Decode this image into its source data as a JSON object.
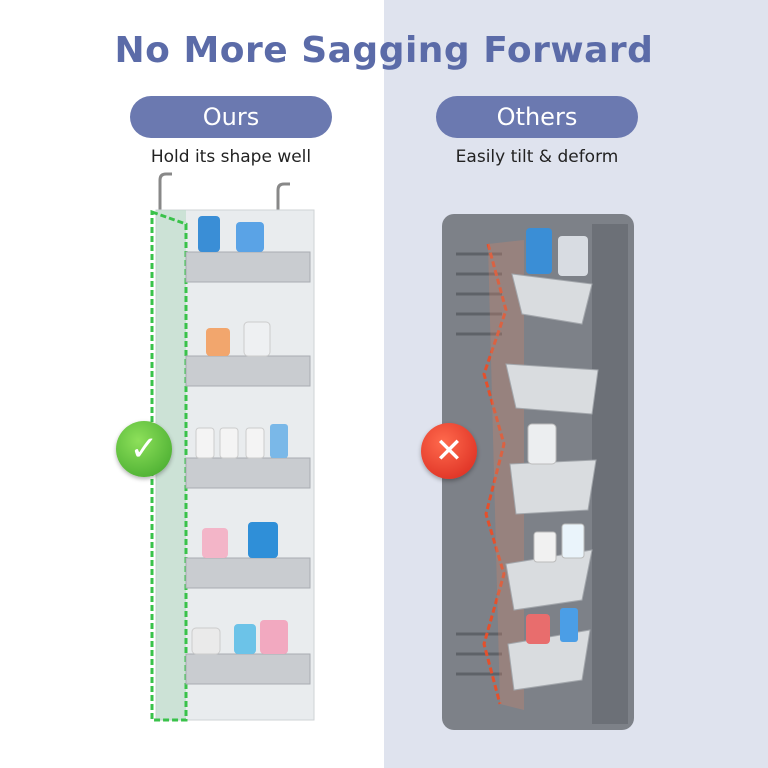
{
  "headline": "No More Sagging Forward",
  "ours": {
    "label": "Ours",
    "caption": "Hold its shape well"
  },
  "others": {
    "label": "Others",
    "caption": "Easily tilt & deform"
  },
  "colors": {
    "accent": "#6b79b0",
    "title": "#5b6ba8",
    "good": "#3fa52a",
    "bad": "#d7261c",
    "right_bg": "#dfe3ee"
  },
  "icons": {
    "good": "check-icon",
    "bad": "cross-icon"
  }
}
